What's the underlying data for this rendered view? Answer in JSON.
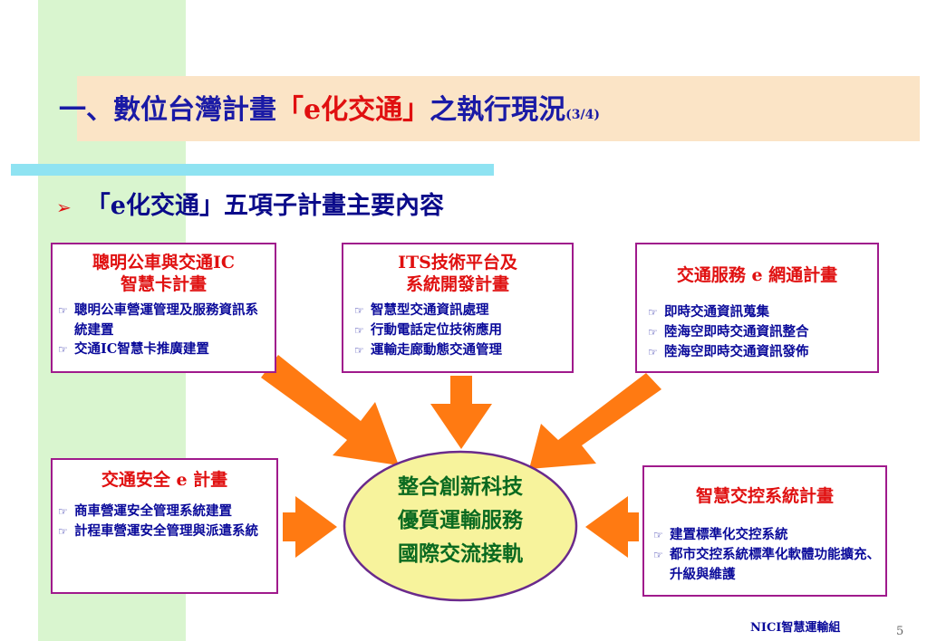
{
  "slide": {
    "title_part1": "一、數位台灣計畫",
    "title_red": "「e化交通」",
    "title_part2": "之執行現況",
    "title_fraction": "(3/4)",
    "subtitle": "「e化交通」五項子計畫主要內容",
    "bullet_icon": "triangle-arrow-bullet"
  },
  "boxes": {
    "bus_card": {
      "title_line1": "聰明公車與交通IC",
      "title_line2": "智慧卡計畫",
      "items": [
        "聰明公車營運管理及服務資訊系統建置",
        "交通IC智慧卡推廣建置"
      ]
    },
    "its_platform": {
      "title_line1": "ITS技術平台及",
      "title_line2": "系統開發計畫",
      "items": [
        "智慧型交通資訊處理",
        "行動電話定位技術應用",
        "運輸走廊動態交通管理"
      ]
    },
    "traffic_service": {
      "title_line1": "交通服務 e 網通計畫",
      "items": [
        "即時交通資訊蒐集",
        "陸海空即時交通資訊整合",
        "陸海空即時交通資訊發佈"
      ]
    },
    "traffic_safety": {
      "title_line1": "交通安全 e 計畫",
      "items": [
        "商車營運安全管理系統建置",
        "計程車營運安全管理與派遣系統"
      ]
    },
    "smart_control": {
      "title_line1": "智慧交控系統計畫",
      "items": [
        "建置標準化交控系統",
        "都市交控系統標準化軟體功能擴充、升級與維護"
      ]
    }
  },
  "center": {
    "line1": "整合創新科技",
    "line2": "優質運輸服務",
    "line3": "國際交流接軌"
  },
  "footer": {
    "org": "NICI智慧運輸組",
    "page": "5"
  },
  "colors": {
    "title_blue": "#1a1aa6",
    "accent_red": "#e01010",
    "box_border": "#a01a8c",
    "arrow_orange": "#ff7a12",
    "ellipse_fill": "#f7f39c",
    "center_text_green": "#0a6a20"
  }
}
